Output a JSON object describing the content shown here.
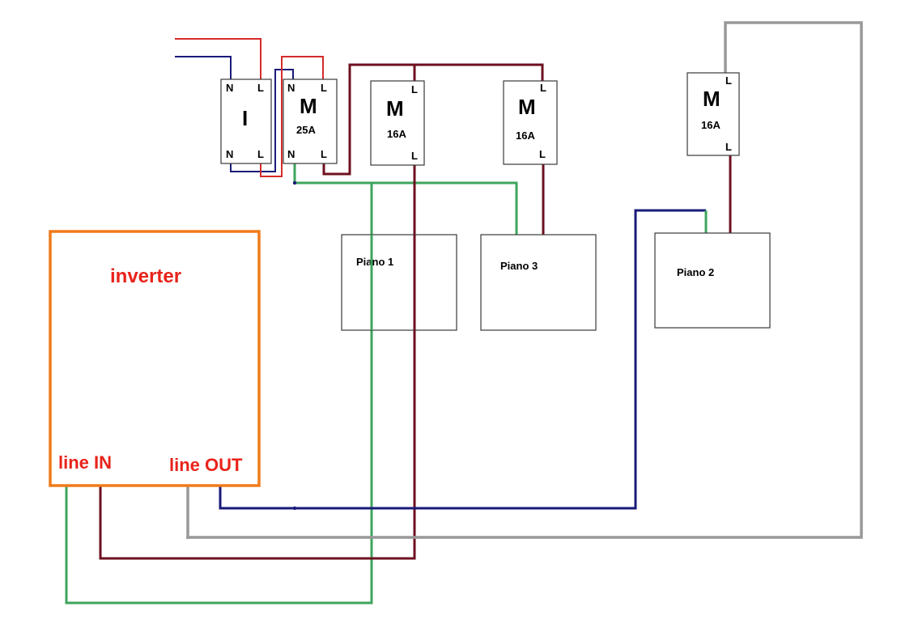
{
  "colors": {
    "live_red": "#d52b2b",
    "neutral_blue": "#1a1a7a",
    "earth_green": "#3fa45e",
    "live_brown": "#6e1020",
    "gray": "#999999",
    "inverter_orange": "#f07a1a",
    "label_red": "#e8231b"
  },
  "main_switch": {
    "symbol": "I",
    "terminals": {
      "top_left": "N",
      "top_right": "L",
      "bottom_left": "N",
      "bottom_right": "L"
    }
  },
  "breaker_25a": {
    "symbol": "M",
    "rating": "25A",
    "terminals": {
      "top_left": "N",
      "top_right": "L",
      "bottom_left": "N",
      "bottom_right": "L"
    }
  },
  "breaker_piano1": {
    "symbol": "M",
    "rating": "16A",
    "terminals": {
      "top": "L",
      "bottom": "L"
    }
  },
  "breaker_piano3": {
    "symbol": "M",
    "rating": "16A",
    "terminals": {
      "top": "L",
      "bottom": "L"
    }
  },
  "breaker_piano2": {
    "symbol": "M",
    "rating": "16A",
    "terminals": {
      "top": "L",
      "bottom": "L"
    }
  },
  "pianos": {
    "piano1": "Piano 1",
    "piano3": "Piano 3",
    "piano2": "Piano 2"
  },
  "inverter": {
    "title": "inverter",
    "line_in": "line IN",
    "line_out": "line OUT"
  }
}
